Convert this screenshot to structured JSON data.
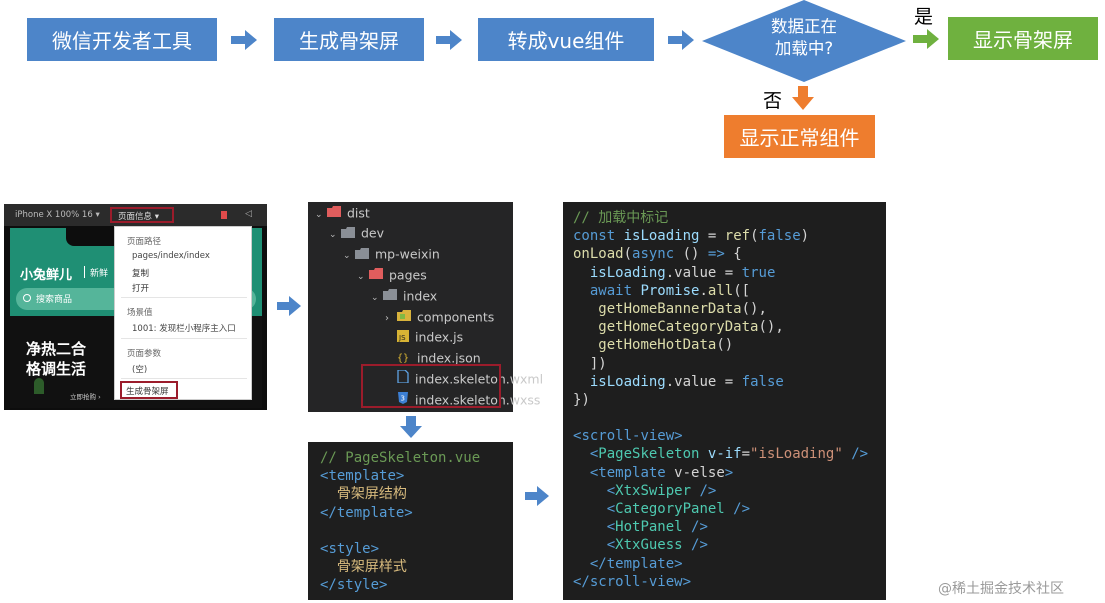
{
  "flow": {
    "step1": "微信开发者工具",
    "step2": "生成骨架屏",
    "step3": "转成vue组件",
    "decision": [
      "数据正在",
      "加载中?"
    ],
    "yes_label": "是",
    "no_label": "否",
    "yes_result": "显示骨架屏",
    "no_result": "显示正常组件"
  },
  "screenshot": {
    "device": "iPhone X 100% 16 ▾",
    "page_info_tab": "页面信息 ▾",
    "brand": "小兔鲜儿",
    "brand_tag": "新鲜",
    "search_placeholder": "搜索商品",
    "banner_line1": "净热二合",
    "banner_line2": "格调生活",
    "banner_btn": "立即抢购 ›",
    "menu": {
      "path_title": "页面路径",
      "path_value": "pages/index/index",
      "copy": "复制",
      "open": "打开",
      "scene_title": "场景值",
      "scene_value": "1001: 发现栏小程序主入口",
      "param_title": "页面参数",
      "param_value": "(空)",
      "generate": "生成骨架屏"
    }
  },
  "file_tree": [
    {
      "name": "dist",
      "depth": 0,
      "type": "folder-red",
      "open": true
    },
    {
      "name": "dev",
      "depth": 1,
      "type": "folder",
      "open": true
    },
    {
      "name": "mp-weixin",
      "depth": 2,
      "type": "folder",
      "open": true
    },
    {
      "name": "pages",
      "depth": 3,
      "type": "folder-red",
      "open": true
    },
    {
      "name": "index",
      "depth": 4,
      "type": "folder",
      "open": true
    },
    {
      "name": "components",
      "depth": 5,
      "type": "folder-yellow",
      "open": false
    },
    {
      "name": "index.js",
      "depth": 5,
      "type": "js"
    },
    {
      "name": "index.json",
      "depth": 5,
      "type": "json"
    },
    {
      "name": "index.skeleton.wxml",
      "depth": 5,
      "type": "wxml"
    },
    {
      "name": "index.skeleton.wxss",
      "depth": 5,
      "type": "wxss"
    }
  ],
  "skeleton_code": [
    "// PageSkeleton.vue",
    "<template>",
    "  骨架屏结构",
    "</template>",
    "",
    "<style>",
    "  骨架屏样式",
    "</style>"
  ],
  "main_code": [
    "// 加载中标记",
    "const isLoading = ref(false)",
    "onLoad(async () => {",
    "  isLoading.value = true",
    "  await Promise.all([",
    "   getHomeBannerData(),",
    "   getHomeCategoryData(),",
    "   getHomeHotData()",
    "  ])",
    "  isLoading.value = false",
    "})",
    "",
    "<scroll-view>",
    "  <PageSkeleton v-if=\"isLoading\" />",
    "  <template v-else>",
    "    <XtxSwiper />",
    "    <CategoryPanel />",
    "    <HotPanel />",
    "    <XtxGuess />",
    "  </template>",
    "</scroll-view>"
  ],
  "watermark": "@稀土掘金技术社区",
  "colors": {
    "blue": "#4d85c9",
    "green": "#6fb13f",
    "orange": "#ee7d2e",
    "highlight": "#9b1c2b",
    "code_bg": "#1e1e1e"
  }
}
